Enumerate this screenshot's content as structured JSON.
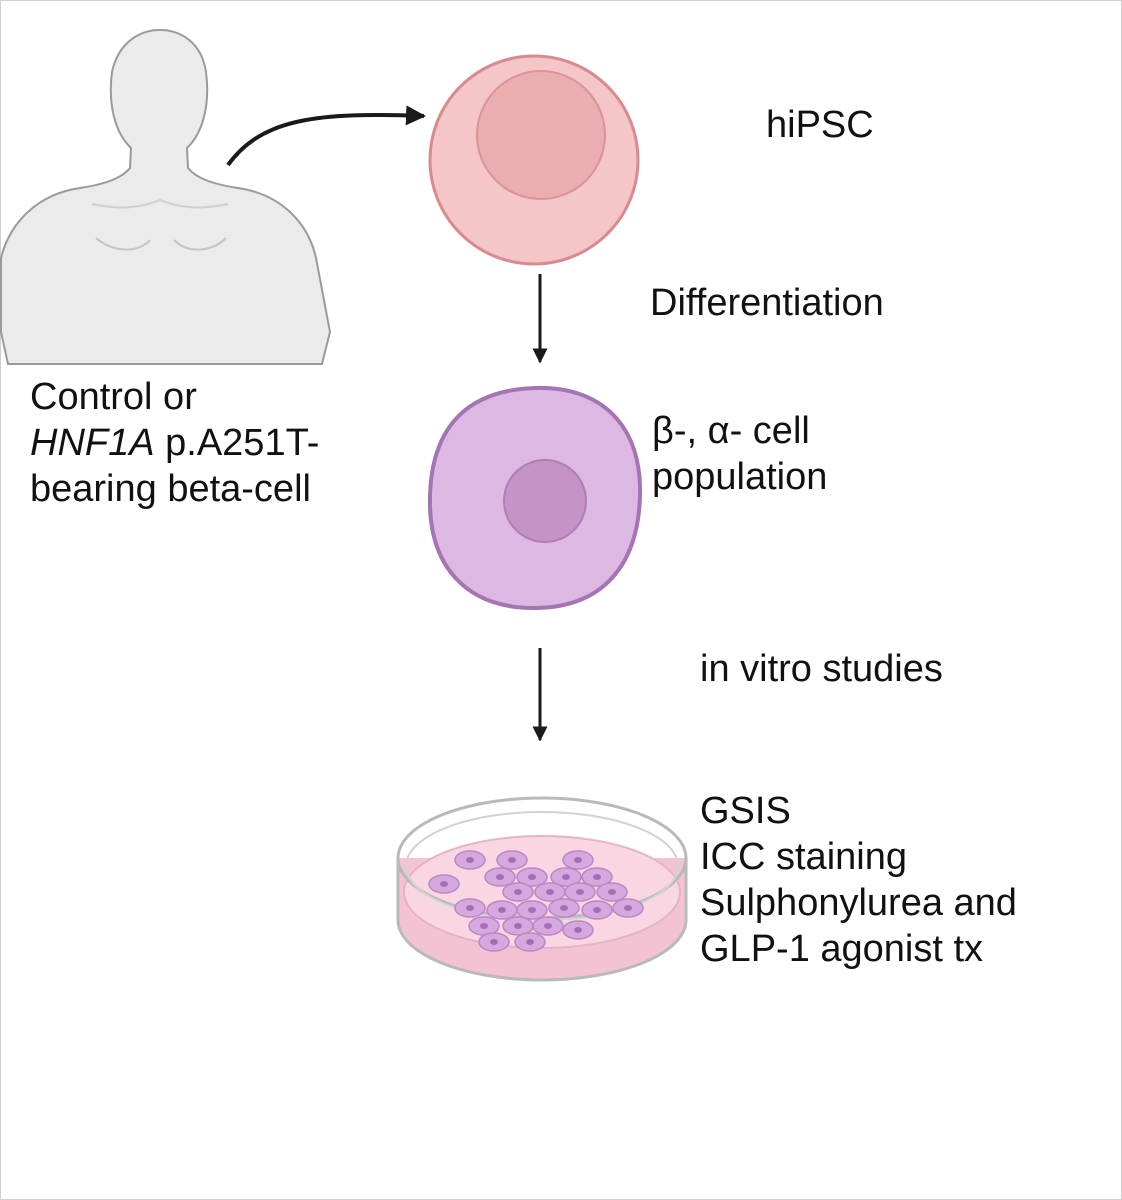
{
  "labels": {
    "source": {
      "line1": "Control or",
      "gene": "HNF1A",
      "variant": " p.A251T-",
      "line3": "bearing beta-cell"
    },
    "hipsc": "hiPSC",
    "differentiation": "Differentiation",
    "population": {
      "line1": "β-, α- cell",
      "line2": "population"
    },
    "studies": "in vitro studies",
    "assays": [
      "GSIS",
      "ICC staining",
      "Sulphonylurea and",
      "GLP-1 agonist tx"
    ]
  },
  "colors": {
    "human_silhouette": "#ebebeb",
    "human_outline": "#9a9a9a",
    "hipsc_fill": "#f5c6c8",
    "hipsc_outline": "#d98a8e",
    "hipsc_nucleus": "#eaadb0",
    "diff_cell_fill": "#dcb8e3",
    "diff_cell_outline": "#a574b3",
    "diff_cell_nucleus": "#c594c6",
    "dish_medium": "#f8d7e3",
    "dish_rim": "#b9b9b9",
    "arrow": "#1a1a1a"
  },
  "icons": [
    "human-silhouette-icon",
    "hipsc-cell-icon",
    "differentiated-cell-icon",
    "petri-dish-icon"
  ]
}
